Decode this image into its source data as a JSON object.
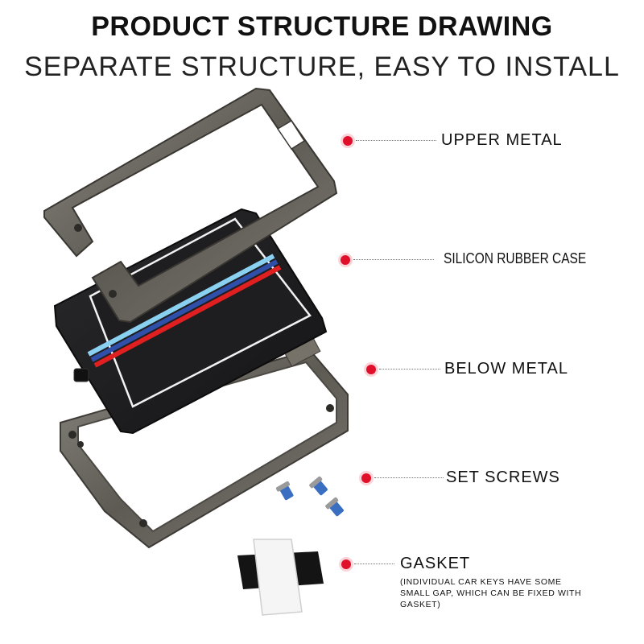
{
  "header": {
    "title": "PRODUCT STRUCTURE DRAWING",
    "subtitle": "SEPARATE STRUCTURE, EASY TO INSTALL"
  },
  "parts": {
    "upper_metal": "UPPER METAL",
    "silicon_rubber_case": "SILICON RUBBER CASE",
    "below_metal": "BELOW METAL",
    "set_screws": "SET SCREWS",
    "gasket": "GASKET",
    "gasket_note": "(INDIVIDUAL CAR KEYS HAVE SOME SMALL GAP, WHICH CAN BE FIXED WITH GASKET)"
  },
  "colors": {
    "accent_dot": "#e0102a",
    "metal": "#6b6760",
    "rubber": "#1b1b1d",
    "stripe_light_blue": "#8ad0f0",
    "stripe_dark_blue": "#2f4fa8",
    "stripe_red": "#e02020"
  }
}
